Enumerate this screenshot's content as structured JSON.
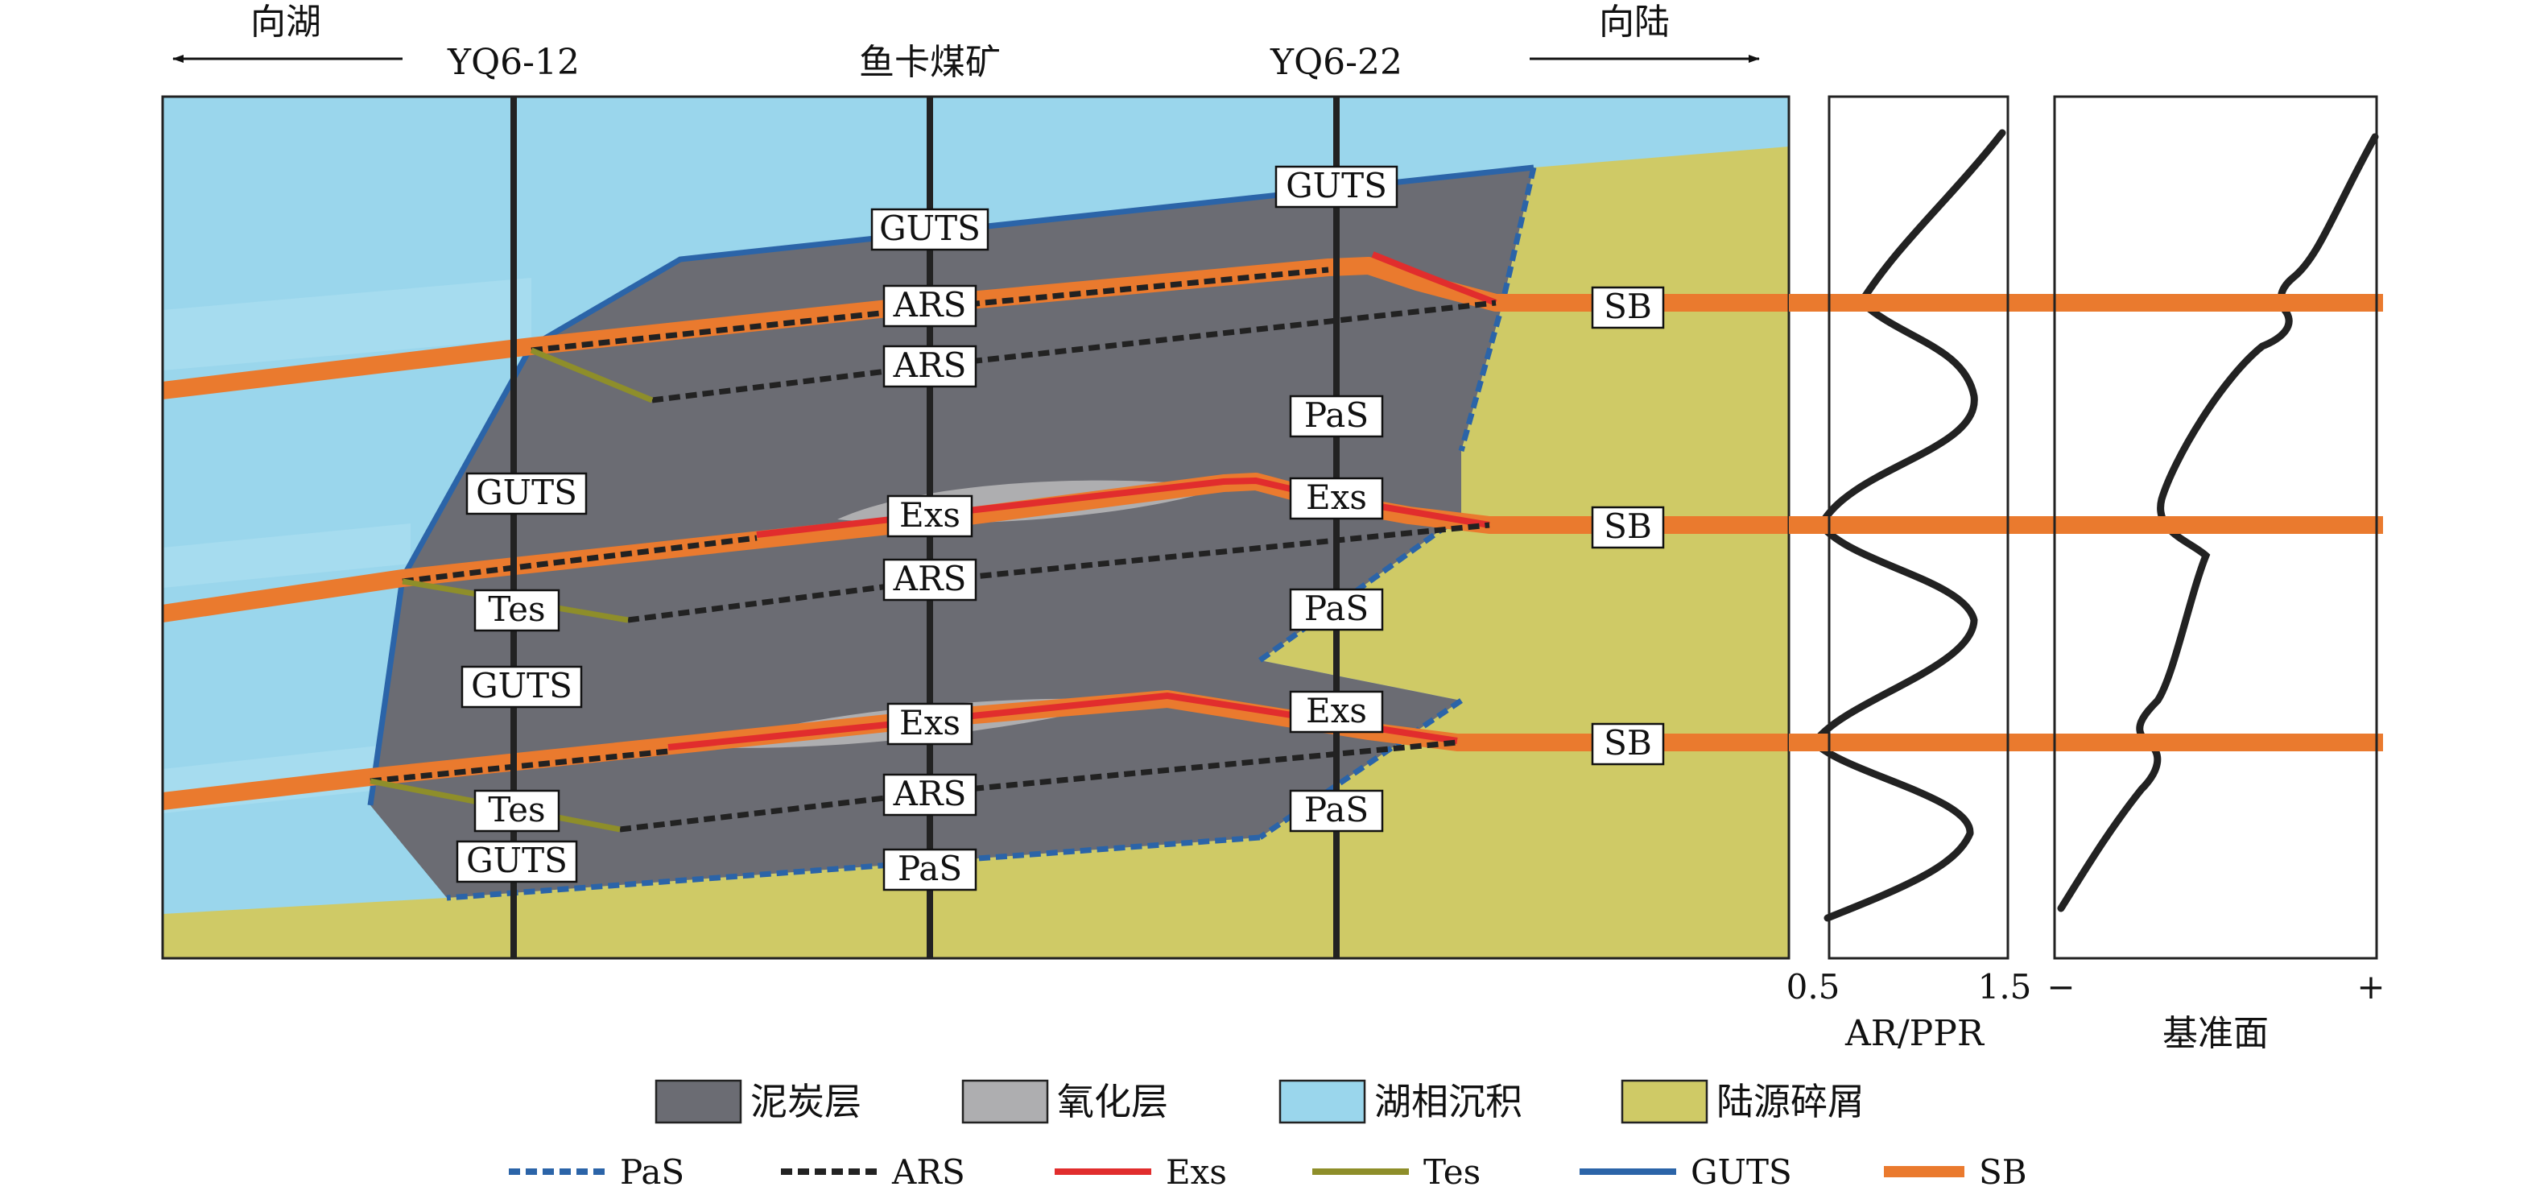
{
  "header": {
    "toward_lake": "向湖",
    "toward_land": "向陆",
    "well_left": "YQ6-12",
    "well_mid": "鱼卡煤矿",
    "well_right": "YQ6-22"
  },
  "labels": {
    "guts": "GUTS",
    "ars": "ARS",
    "pas": "PaS",
    "exs": "Exs",
    "tes": "Tes",
    "sb": "SB"
  },
  "ar_panel": {
    "axis_min": "0.5",
    "axis_max": "1.5",
    "title": "AR/PPR"
  },
  "base_panel": {
    "axis_min": "−",
    "axis_max": "+",
    "title": "基准面"
  },
  "legend": {
    "fills": [
      {
        "label": "泥炭层",
        "color": "#6b6c73"
      },
      {
        "label": "氧化层",
        "color": "#aeaeb0"
      },
      {
        "label": "湖相沉积",
        "color": "#9ad6ec"
      },
      {
        "label": "陆源碎屑",
        "color": "#cfca66"
      }
    ],
    "lines": [
      {
        "label": "PaS",
        "color": "#2b64a8",
        "dashed": true
      },
      {
        "label": "ARS",
        "color": "#222222",
        "dashed": true
      },
      {
        "label": "Exs",
        "color": "#e12d2d",
        "dashed": false
      },
      {
        "label": "Tes",
        "color": "#8e8e2a",
        "dashed": false
      },
      {
        "label": "GUTS",
        "color": "#2b64a8",
        "dashed": false
      },
      {
        "label": "SB",
        "color": "#ea7a2e",
        "dashed": false
      }
    ]
  },
  "colors": {
    "lake": "#9ad6ec",
    "terrigenous": "#cfca66",
    "peat": "#6b6c73",
    "oxidized": "#aeaeb0",
    "pas": "#2b64a8",
    "guts": "#2b64a8",
    "ars": "#222222",
    "exs": "#e12d2d",
    "tes": "#8e8e2a",
    "sb": "#ea7a2e"
  }
}
